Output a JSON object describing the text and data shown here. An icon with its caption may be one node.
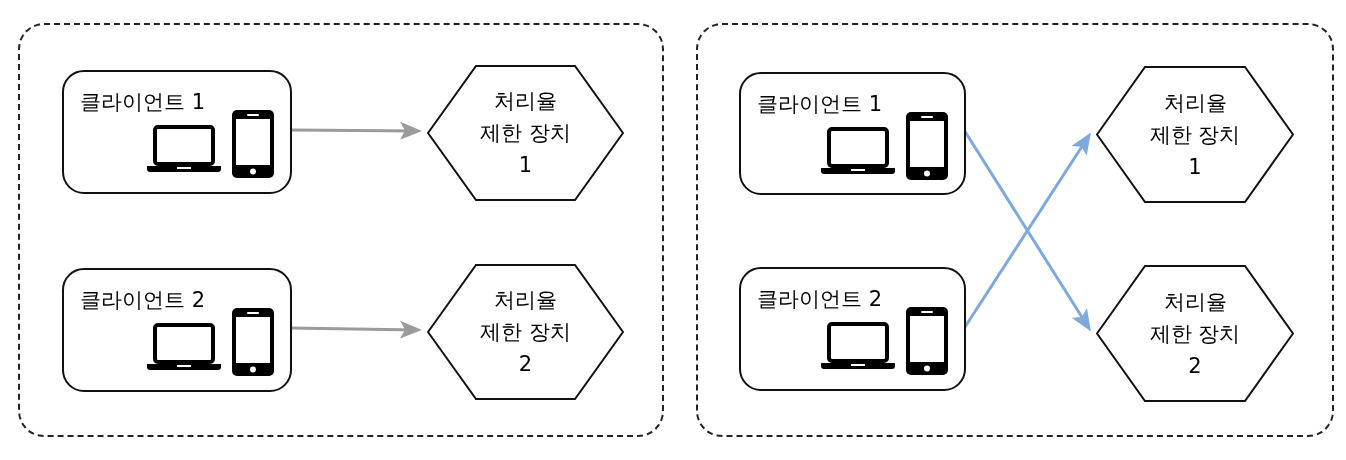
{
  "diagram": {
    "nodes": [
      {
        "text": [],
        "shape": "box"
      },
      {
        "text": [
          "클라이언트 1"
        ],
        "in": 0
      },
      {
        "text": [
          "처리율 제한 장치 1"
        ],
        "in": 0
      },
      {
        "text": [
          "클라이언트 2"
        ],
        "in": 0
      },
      {
        "text": [
          "처리율 제한 장치 2"
        ],
        "in": 0
      },
      {
        "text": [],
        "shape": "box"
      },
      {
        "text": [
          "클라이언트 1"
        ],
        "in": 5
      },
      {
        "text": [
          "처리율 제한 장치 1"
        ],
        "in": 5
      },
      {
        "text": [
          "클라이언트 2"
        ],
        "in": 5
      },
      {
        "text": [
          "처리율 제한 장치 2"
        ],
        "in": 5
      }
    ],
    "edges": [
      {
        "from": 1,
        "to": 2,
        "arrow": "to",
        "color": "#9b9b9b"
      },
      {
        "from": 3,
        "to": 4,
        "arrow": "to",
        "color": "#9b9b9b"
      },
      {
        "from": 6,
        "to": 9,
        "arrow": "to",
        "color": "#7ea9dc"
      },
      {
        "from": 8,
        "to": 7,
        "arrow": "to",
        "color": "#7ea9dc"
      }
    ]
  }
}
